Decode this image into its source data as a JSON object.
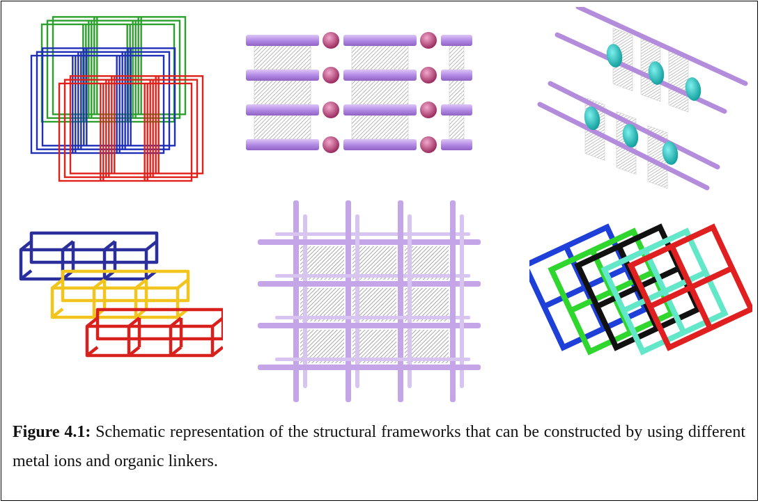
{
  "figure": {
    "label": "Figure 4.1:",
    "caption": "Schematic representation of the structural frameworks that can be constructed by using different metal ions and organic linkers."
  },
  "panels": [
    {
      "name": "interpenetrated-frameworks-3d",
      "colors": [
        "#2ca02c",
        "#1f2fb8",
        "#e0201a"
      ]
    },
    {
      "name": "pillared-layer-framework",
      "colors": [
        "#b68fe6",
        "#b0306a"
      ]
    },
    {
      "name": "ladder-framework",
      "colors": [
        "#b48cdc",
        "#18c4c0"
      ]
    },
    {
      "name": "stacked-box-frameworks",
      "colors": [
        "#2a2f9c",
        "#f2c51e",
        "#d8211d"
      ]
    },
    {
      "name": "grid-framework",
      "colors": [
        "#c4a6e8",
        "#aaaaaa"
      ]
    },
    {
      "name": "interpenetrated-square-grids",
      "colors": [
        "#1e3fd8",
        "#2ed62e",
        "#111111",
        "#62e8c8",
        "#e02020"
      ]
    }
  ]
}
